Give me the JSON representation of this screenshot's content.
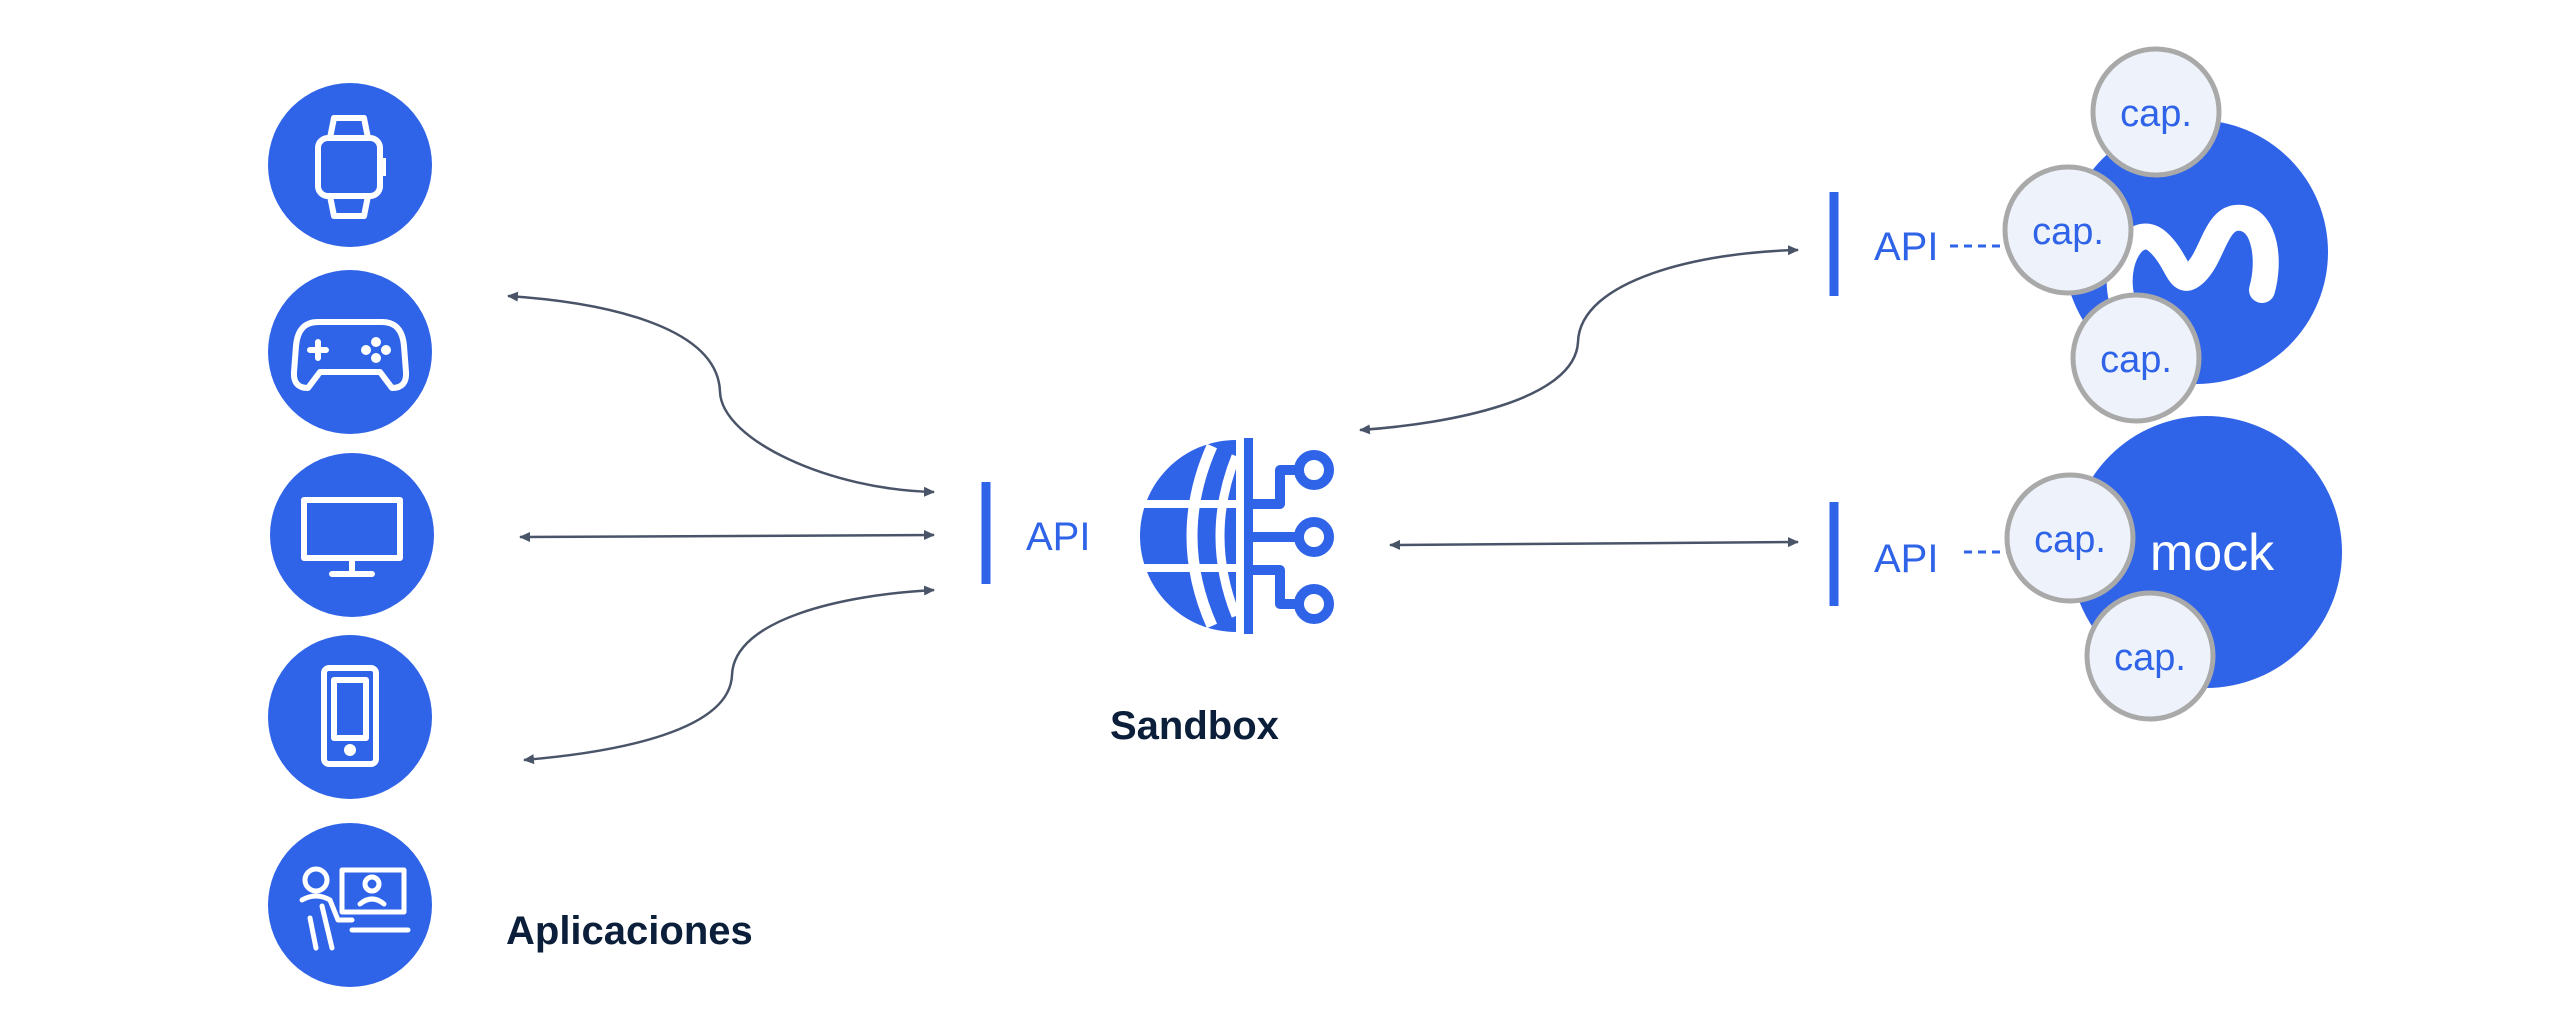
{
  "colors": {
    "primary": "#2F63E8",
    "dark_text": "#0B1F3A",
    "arrow": "#4A5468",
    "cap_fill": "#EEF2FB",
    "cap_border": "#A9A9A9"
  },
  "apps": {
    "label": "Aplicaciones",
    "icons": [
      "smartwatch-icon",
      "gamepad-icon",
      "monitor-icon",
      "smartphone-icon",
      "user-desk-icon"
    ]
  },
  "sandbox": {
    "label": "Sandbox",
    "api_label": "API",
    "icon": "globe-network-icon"
  },
  "backends": [
    {
      "api_label": "API",
      "logo": "movistar-m-logo",
      "caps": [
        "cap.",
        "cap.",
        "cap."
      ]
    },
    {
      "api_label": "API",
      "name": "mock",
      "caps": [
        "cap.",
        "cap."
      ]
    }
  ]
}
